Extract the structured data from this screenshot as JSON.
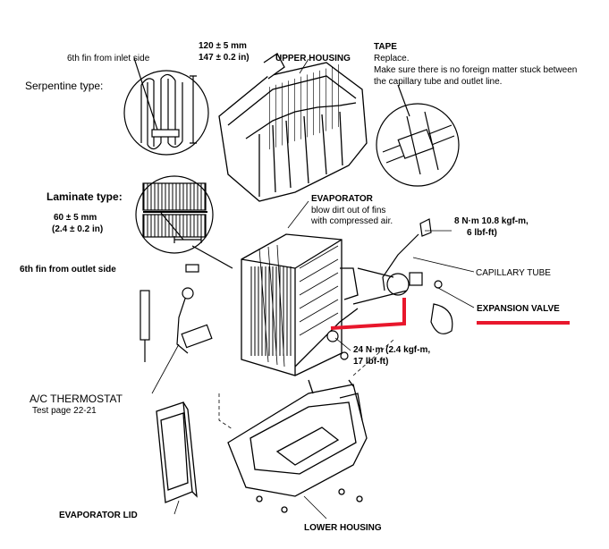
{
  "labels": {
    "sixth_fin_inlet": "6th fin from inlet side",
    "dim_serp_1": "120 ± 5 mm",
    "dim_serp_2": "147 ± 0.2 in)",
    "upper_housing": "UPPER HOUSING",
    "tape_title": "TAPE",
    "tape_replace": "Replace.",
    "tape_note_1": "Make sure there is no foreign matter stuck between",
    "tape_note_2": "the capillary tube and outlet line.",
    "serpentine_type": "Serpentine type:",
    "laminate_type": "Laminate type:",
    "dim_lam_1": "60 ± 5 mm",
    "dim_lam_2": "(2.4 ± 0.2 in)",
    "evaporator": "EVAPORATOR",
    "evap_note_1": "blow dirt out of fins",
    "evap_note_2": "with compressed air.",
    "torque_8_1": "8 N·m 10.8 kgf-m,",
    "torque_8_2": "6 lbf-ft)",
    "sixth_fin_outlet": "6th fin from outlet side",
    "capillary_tube": "CAPILLARY TUBE",
    "expansion_valve": "EXPANSION VALVE",
    "torque_24_1": "24 N·m (2.4 kgf-m,",
    "torque_24_2": "17 lbf-ft)",
    "ac_thermostat": "A/C THERMOSTAT",
    "test_page": "Test page 22-21",
    "evaporator_lid": "EVAPORATOR LID",
    "lower_housing": "LOWER HOUSING"
  },
  "colors": {
    "highlight": "#e8172c",
    "ink": "#000000"
  }
}
